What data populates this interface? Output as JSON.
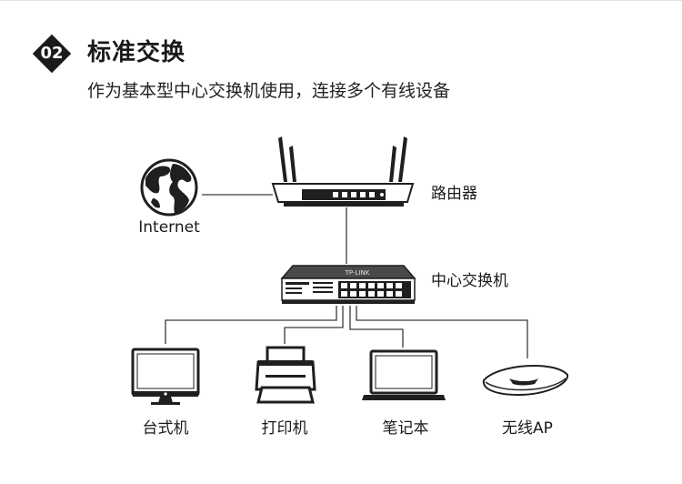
{
  "section": {
    "number": "02",
    "title": "标准交换",
    "subtitle": "作为基本型中心交换机使用，连接多个有线设备"
  },
  "nodes": {
    "internet": {
      "label": "Internet",
      "icon": "globe-icon"
    },
    "router": {
      "label": "路由器",
      "icon": "router-icon"
    },
    "switch": {
      "label": "中心交换机",
      "icon": "switch-icon",
      "brand_text": "TP-LINK"
    },
    "desktop": {
      "label": "台式机",
      "icon": "desktop-monitor-icon"
    },
    "printer": {
      "label": "打印机",
      "icon": "printer-icon"
    },
    "laptop": {
      "label": "笔记本",
      "icon": "laptop-icon"
    },
    "wireless_ap": {
      "label": "无线AP",
      "icon": "wireless-ap-icon"
    }
  },
  "colors": {
    "badge": "#1a1a1a",
    "line": "#3a3a3a",
    "device_fill": "#ffffff",
    "device_dark": "#1f1f1f"
  }
}
